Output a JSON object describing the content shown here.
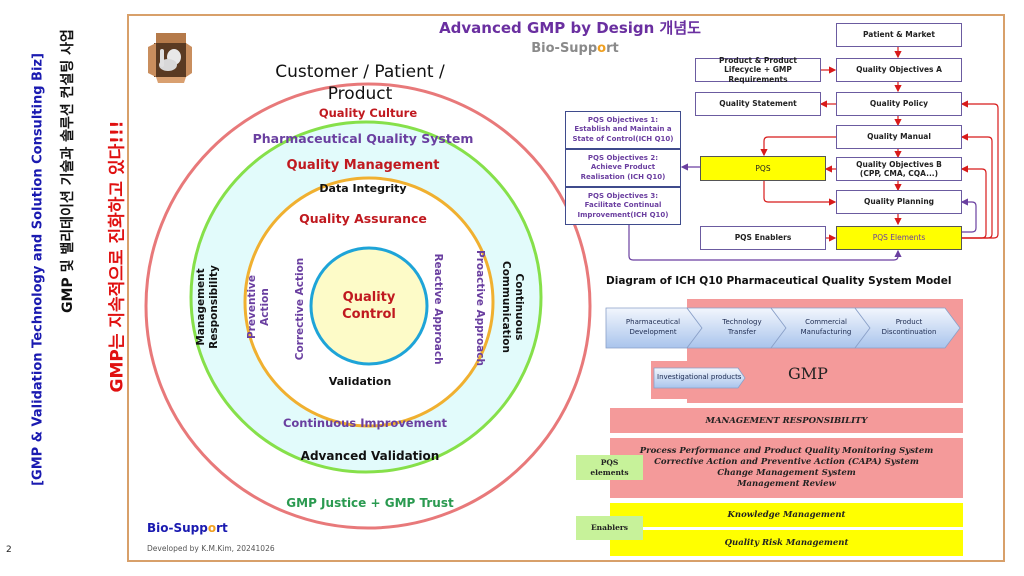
{
  "page_number": "2",
  "side_banner": {
    "line1": "[GMP & Validation Technology and Solution Consulting Biz]",
    "line2": "GMP 및 밸리데이션 기술과 솔루션 컨설팅 사업",
    "line3": "GMP는 지속적으로 진화하고 있다!!!"
  },
  "header": {
    "title": "Advanced GMP by Design 개념도",
    "brand_prefix": "Bio-Supp",
    "brand_o": "o",
    "brand_suffix": "rt"
  },
  "circle_diagram": {
    "top_label": "Customer / Patient / Product",
    "rings": {
      "outer": {
        "color": "#e8797a",
        "label_top": "Quality Culture",
        "label_bottom": "GMP Justice + GMP Trust"
      },
      "pqs": {
        "color": "#86e04a",
        "label_top": "Pharmaceutical Quality System",
        "label_qm": "Quality Management",
        "label_left": "Management Responsibility",
        "label_right": "Continuous Communication",
        "label_bottom": "Advanced Validation",
        "label_ci": "Continuous Improvement"
      },
      "qa": {
        "color": "#f0b030",
        "label_top": "Data Integrity",
        "label_qa": "Quality Assurance",
        "label_left_outer": "Preventive Action",
        "label_left_inner": "Corrective Action",
        "label_right_inner": "Reactive Approach",
        "label_right_outer": "Proactive Approach",
        "label_bottom": "Validation"
      },
      "qc": {
        "color": "#1ea4d8",
        "label": "Quality Control"
      }
    }
  },
  "footer": {
    "brand_prefix": "Bio-Supp",
    "brand_o": "o",
    "brand_suffix": "rt",
    "developed_by": "Developed by K.M.Kim, 20241026"
  },
  "flowchart": {
    "patient_market": "Patient & Market",
    "product_lifecycle": "Product & Product Lifecycle + GMP Requirements",
    "quality_objectives_a": "Quality Objectives A",
    "quality_statement": "Quality Statement",
    "quality_policy": "Quality Policy",
    "quality_manual": "Quality Manual",
    "pqs": "PQS",
    "quality_objectives_b": "Quality Objectives B",
    "quality_objectives_b_sub": "(CPP, CMA, CQA...)",
    "quality_planning": "Quality Planning",
    "pqs_enablers": "PQS Enablers",
    "pqs_elements": "PQS Elements",
    "pqs_objectives": [
      {
        "title": "PQS Objectives 1:",
        "body": "Establish and Maintain a State of Control(ICH Q10)"
      },
      {
        "title": "PQS Objectives 2:",
        "body": "Achieve Product Realisation (ICH Q10)"
      },
      {
        "title": "PQS Objectives 3:",
        "body": "Facilitate Continual Improvement(ICH Q10)"
      }
    ]
  },
  "q10_model": {
    "title": "Diagram of ICH Q10 Pharmaceutical Quality System Model",
    "lifecycle_stages": [
      {
        "line1": "Pharmaceutical",
        "line2": "Development"
      },
      {
        "line1": "Technology",
        "line2": "Transfer"
      },
      {
        "line1": "Commercial",
        "line2": "Manufacturing"
      },
      {
        "line1": "Product",
        "line2": "Discontinuation"
      }
    ],
    "investigational": "Investigational products",
    "gmp": "GMP",
    "management_responsibility": "MANAGEMENT RESPONSIBILITY",
    "pqs_elements_items": [
      "Process Performance and Product Quality Monitoring System",
      "Corrective Action and Preventive Action (CAPA) System",
      "Change Management System",
      "Management Review"
    ],
    "pqs_elements_label_1": "PQS",
    "pqs_elements_label_2": "elements",
    "enablers_label": "Enablers",
    "enablers": [
      "Knowledge Management",
      "Quality Risk Management"
    ],
    "colors": {
      "gmp_pink": "#f49a9a",
      "enabler_yellow": "#ffff00",
      "side_green": "#c7f29a"
    }
  }
}
